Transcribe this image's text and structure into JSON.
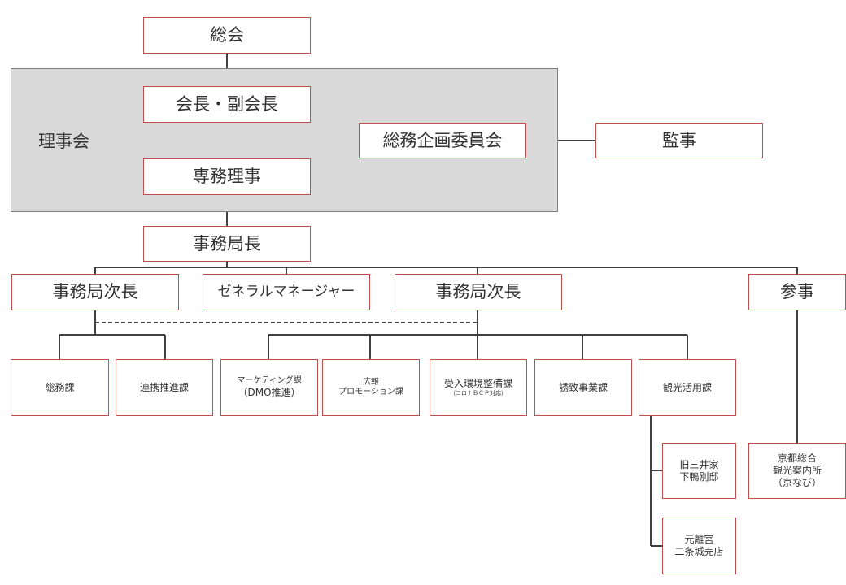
{
  "org": {
    "general_meeting": "総会",
    "board": {
      "label": "理事会",
      "chair": "会長・副会長",
      "executive_director": "専務理事",
      "planning_committee": "総務企画委員会"
    },
    "auditor": "監事",
    "secretary_general": "事務局長",
    "deputy_left": "事務局次長",
    "general_manager": "ゼネラルマネージャー",
    "deputy_right": "事務局次長",
    "counselor": "参事",
    "divisions": {
      "general_affairs": "総務課",
      "coordination": "連携推進課",
      "marketing_line1": "マーケティング課",
      "marketing_line2": "（DMO推進）",
      "pr_line1": "広報",
      "pr_line2": "プロモーション課",
      "reception_line1": "受入環境整備課",
      "reception_line2": "（コロナＢＣＰ対応）",
      "attraction": "誘致事業課",
      "tourism_use": "観光活用課"
    },
    "facilities": {
      "mitsui_line1": "旧三井家",
      "mitsui_line2": "下鴨別邸",
      "nijo_line1": "元離宮",
      "nijo_line2": "二条城売店",
      "kyonavi_line1": "京都総合",
      "kyonavi_line2": "観光案内所",
      "kyonavi_line3": "（京なび）"
    }
  },
  "colors": {
    "box_border": "#c0504d",
    "board_fill": "#d9d9d9",
    "line": "#404040"
  }
}
